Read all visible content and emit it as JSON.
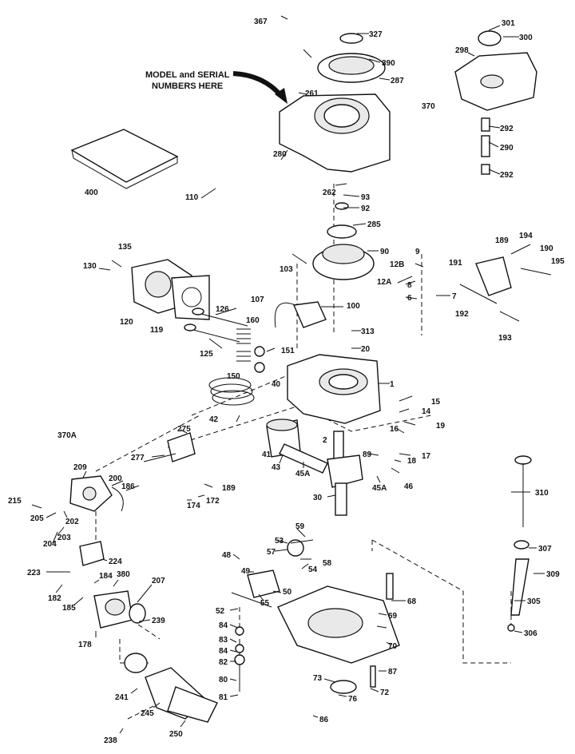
{
  "note": {
    "line1": "MODEL and SERIAL",
    "line2": "NUMBERS HERE"
  },
  "labels": [
    {
      "id": "l367",
      "t": "367"
    },
    {
      "id": "l327",
      "t": "327"
    },
    {
      "id": "l390",
      "t": "390"
    },
    {
      "id": "l287",
      "t": "287"
    },
    {
      "id": "l261",
      "t": "261"
    },
    {
      "id": "l370",
      "t": "370"
    },
    {
      "id": "l280",
      "t": "280"
    },
    {
      "id": "l262",
      "t": "262"
    },
    {
      "id": "l93",
      "t": "93"
    },
    {
      "id": "l92",
      "t": "92"
    },
    {
      "id": "l285",
      "t": "285"
    },
    {
      "id": "l301",
      "t": "301"
    },
    {
      "id": "l300",
      "t": "300"
    },
    {
      "id": "l298",
      "t": "298"
    },
    {
      "id": "l292a",
      "t": "292"
    },
    {
      "id": "l290",
      "t": "290"
    },
    {
      "id": "l292b",
      "t": "292"
    },
    {
      "id": "l400",
      "t": "400"
    },
    {
      "id": "l110",
      "t": "110"
    },
    {
      "id": "l135",
      "t": "135"
    },
    {
      "id": "l130",
      "t": "130"
    },
    {
      "id": "l120",
      "t": "120"
    },
    {
      "id": "l119",
      "t": "119"
    },
    {
      "id": "l126",
      "t": "126"
    },
    {
      "id": "l125",
      "t": "125"
    },
    {
      "id": "l107",
      "t": "107"
    },
    {
      "id": "l160",
      "t": "160"
    },
    {
      "id": "l100",
      "t": "100"
    },
    {
      "id": "l151",
      "t": "151"
    },
    {
      "id": "l150",
      "t": "150"
    },
    {
      "id": "l40",
      "t": "40"
    },
    {
      "id": "l313",
      "t": "313"
    },
    {
      "id": "l20",
      "t": "20"
    },
    {
      "id": "l1",
      "t": "1"
    },
    {
      "id": "l103",
      "t": "103"
    },
    {
      "id": "l90",
      "t": "90"
    },
    {
      "id": "l9",
      "t": "9"
    },
    {
      "id": "l12B",
      "t": "12B"
    },
    {
      "id": "l12A",
      "t": "12A"
    },
    {
      "id": "l8",
      "t": "8"
    },
    {
      "id": "l6",
      "t": "6"
    },
    {
      "id": "l7",
      "t": "7"
    },
    {
      "id": "l189a",
      "t": "189"
    },
    {
      "id": "l194",
      "t": "194"
    },
    {
      "id": "l190",
      "t": "190"
    },
    {
      "id": "l191",
      "t": "191"
    },
    {
      "id": "l195",
      "t": "195"
    },
    {
      "id": "l192",
      "t": "192"
    },
    {
      "id": "l193",
      "t": "193"
    },
    {
      "id": "l42",
      "t": "42"
    },
    {
      "id": "l275",
      "t": "275"
    },
    {
      "id": "l277",
      "t": "277"
    },
    {
      "id": "l370A",
      "t": "370A"
    },
    {
      "id": "l209",
      "t": "209"
    },
    {
      "id": "l200",
      "t": "200"
    },
    {
      "id": "l186",
      "t": "186"
    },
    {
      "id": "l215",
      "t": "215"
    },
    {
      "id": "l205",
      "t": "205"
    },
    {
      "id": "l202",
      "t": "202"
    },
    {
      "id": "l203",
      "t": "203"
    },
    {
      "id": "l204",
      "t": "204"
    },
    {
      "id": "l174",
      "t": "174"
    },
    {
      "id": "l172",
      "t": "172"
    },
    {
      "id": "l189b",
      "t": "189"
    },
    {
      "id": "l2",
      "t": "2"
    },
    {
      "id": "l41",
      "t": "41"
    },
    {
      "id": "l43",
      "t": "43"
    },
    {
      "id": "l45Aa",
      "t": "45A"
    },
    {
      "id": "l89",
      "t": "89"
    },
    {
      "id": "l30",
      "t": "30"
    },
    {
      "id": "l45Ab",
      "t": "45A"
    },
    {
      "id": "l46",
      "t": "46"
    },
    {
      "id": "l18",
      "t": "18"
    },
    {
      "id": "l17",
      "t": "17"
    },
    {
      "id": "l16",
      "t": "16"
    },
    {
      "id": "l15",
      "t": "15"
    },
    {
      "id": "l14",
      "t": "14"
    },
    {
      "id": "l19",
      "t": "19"
    },
    {
      "id": "l310",
      "t": "310"
    },
    {
      "id": "l307",
      "t": "307"
    },
    {
      "id": "l309",
      "t": "309"
    },
    {
      "id": "l305",
      "t": "305"
    },
    {
      "id": "l306",
      "t": "306"
    },
    {
      "id": "l224",
      "t": "224"
    },
    {
      "id": "l223",
      "t": "223"
    },
    {
      "id": "l182",
      "t": "182"
    },
    {
      "id": "l185",
      "t": "185"
    },
    {
      "id": "l184",
      "t": "184"
    },
    {
      "id": "l380",
      "t": "380"
    },
    {
      "id": "l207",
      "t": "207"
    },
    {
      "id": "l239",
      "t": "239"
    },
    {
      "id": "l178",
      "t": "178"
    },
    {
      "id": "l59",
      "t": "59"
    },
    {
      "id": "l53",
      "t": "53"
    },
    {
      "id": "l57",
      "t": "57"
    },
    {
      "id": "l58",
      "t": "58"
    },
    {
      "id": "l54",
      "t": "54"
    },
    {
      "id": "l48",
      "t": "48"
    },
    {
      "id": "l49",
      "t": "49"
    },
    {
      "id": "l50",
      "t": "50"
    },
    {
      "id": "l55",
      "t": "55"
    },
    {
      "id": "l52",
      "t": "52"
    },
    {
      "id": "l84a",
      "t": "84"
    },
    {
      "id": "l83",
      "t": "83"
    },
    {
      "id": "l84b",
      "t": "84"
    },
    {
      "id": "l82",
      "t": "82"
    },
    {
      "id": "l80",
      "t": "80"
    },
    {
      "id": "l81",
      "t": "81"
    },
    {
      "id": "l68",
      "t": "68"
    },
    {
      "id": "l69",
      "t": "69"
    },
    {
      "id": "l70",
      "t": "70"
    },
    {
      "id": "l87",
      "t": "87"
    },
    {
      "id": "l73",
      "t": "73"
    },
    {
      "id": "l72",
      "t": "72"
    },
    {
      "id": "l76",
      "t": "76"
    },
    {
      "id": "l86",
      "t": "86"
    },
    {
      "id": "l241",
      "t": "241"
    },
    {
      "id": "l245",
      "t": "245"
    },
    {
      "id": "l250",
      "t": "250"
    },
    {
      "id": "l238",
      "t": "238"
    }
  ]
}
